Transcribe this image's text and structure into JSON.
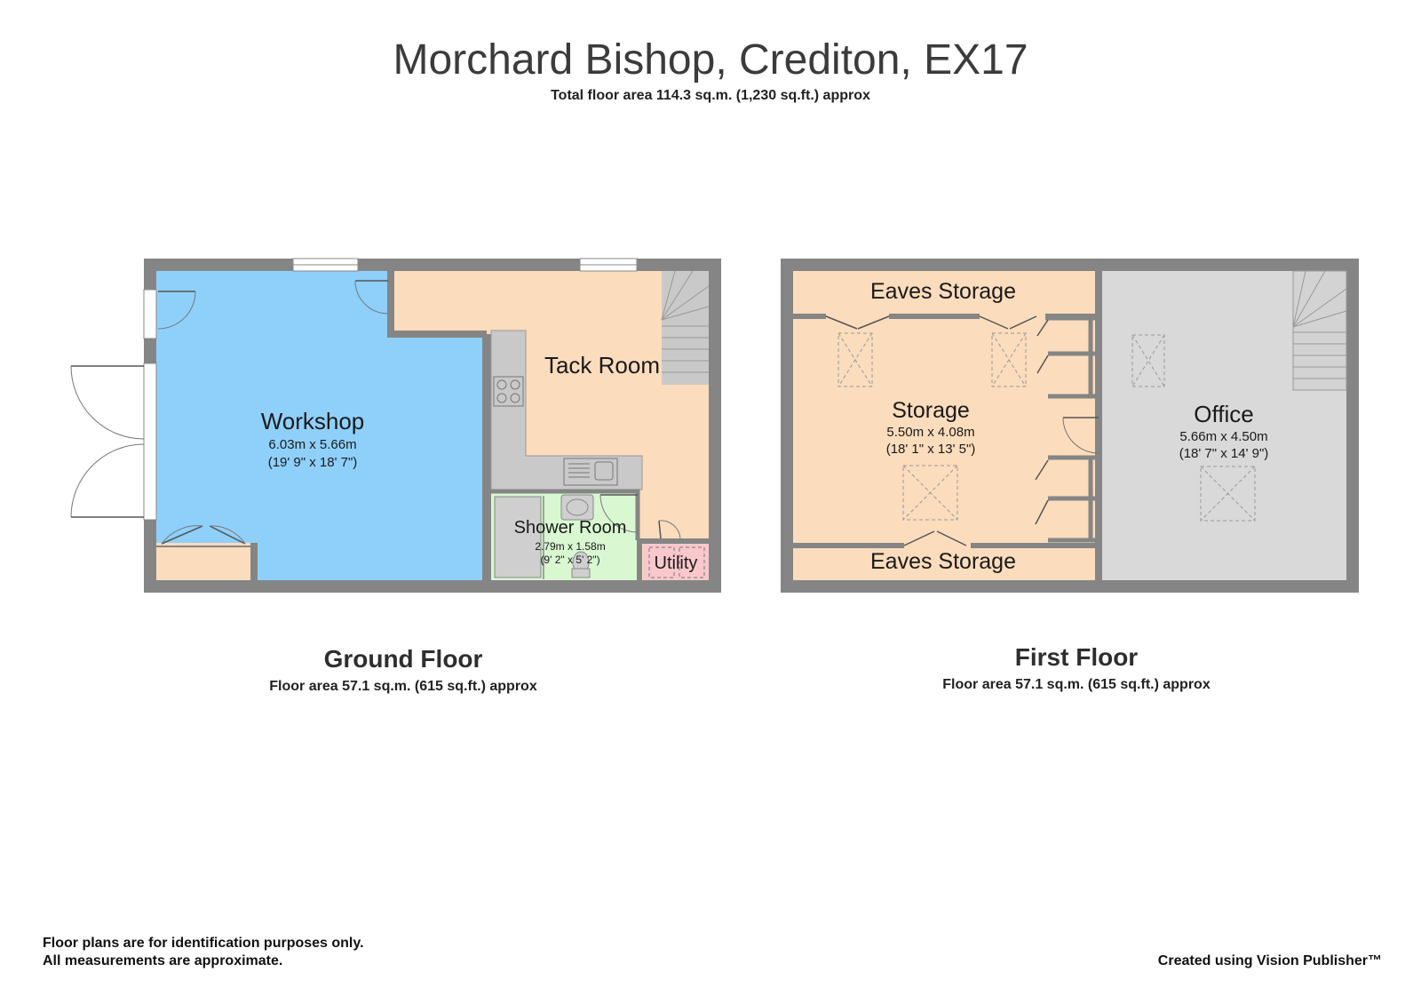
{
  "header": {
    "title": "Morchard Bishop, Crediton, EX17",
    "total_area": "Total floor area 114.3 sq.m. (1,230 sq.ft.) approx"
  },
  "colors": {
    "wall": "#858585",
    "workshop": "#8fd0fb",
    "tack_room": "#fbdcbc",
    "kitchen": "#c9c9c9",
    "shower_room": "#d9f8d2",
    "utility": "#f9c8cc",
    "storage": "#fbdcbc",
    "office": "#d9d9d9"
  },
  "ground_floor": {
    "name": "Ground Floor",
    "area": "Floor area 57.1 sq.m. (615 sq.ft.) approx",
    "rooms": {
      "workshop": {
        "name": "Workshop",
        "dim_m": "6.03m x 5.66m",
        "dim_ft": "(19' 9\" x 18' 7\")"
      },
      "tack_room": {
        "name": "Tack Room"
      },
      "shower_room": {
        "name": "Shower Room",
        "dim_m": "2.79m x 1.58m",
        "dim_ft": "(9' 2\" x 5' 2\")"
      },
      "utility": {
        "name": "Utility"
      }
    }
  },
  "first_floor": {
    "name": "First Floor",
    "area": "Floor area 57.1 sq.m. (615 sq.ft.) approx",
    "rooms": {
      "eaves_top": {
        "name": "Eaves Storage"
      },
      "storage": {
        "name": "Storage",
        "dim_m": "5.50m x 4.08m",
        "dim_ft": "(18' 1\" x 13' 5\")"
      },
      "eaves_bottom": {
        "name": "Eaves Storage"
      },
      "office": {
        "name": "Office",
        "dim_m": "5.66m x 4.50m",
        "dim_ft": "(18' 7\" x 14' 9\")"
      }
    }
  },
  "footer": {
    "disclaimer_line1": "Floor plans are for identification purposes only.",
    "disclaimer_line2": "All measurements are approximate.",
    "credit": "Created using Vision Publisher™"
  }
}
